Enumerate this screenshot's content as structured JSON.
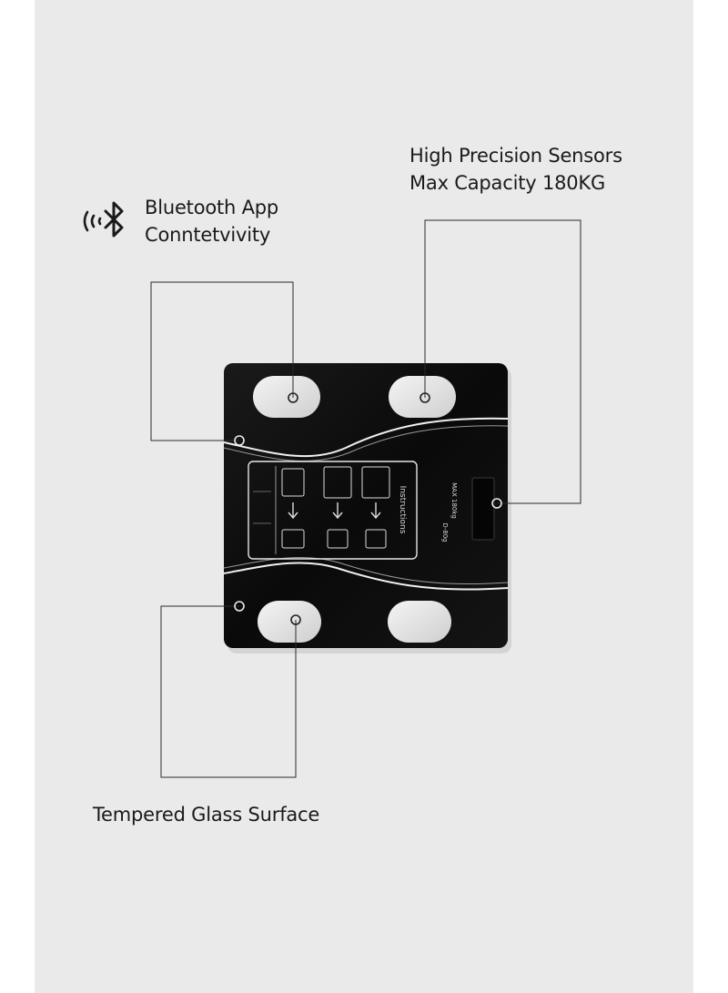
{
  "callouts": {
    "bluetooth": {
      "icon": "bluetooth-signal-icon",
      "line1": "Bluetooth App",
      "line2": "Conntetvivity"
    },
    "sensors": {
      "line1": "High Precision Sensors",
      "line2": "Max Capacity 180KG"
    },
    "glass": {
      "line1": "Tempered Glass Surface"
    }
  },
  "scale": {
    "panel_heading": "Instructions",
    "display_text_1": "MAX 180kg",
    "display_text_2": "D-80g"
  },
  "colors": {
    "background": "#eaeaea",
    "scale_glass": "#0d0d0d",
    "electrode": "#e4e4e4",
    "leader_line": "#2a2a2a"
  }
}
